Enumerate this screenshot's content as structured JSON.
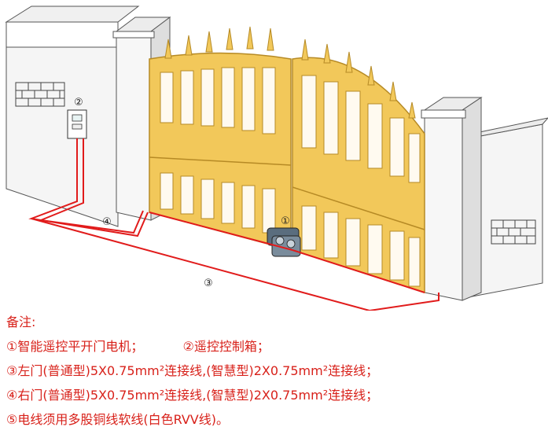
{
  "callouts": {
    "motor": "①",
    "control_box": "②",
    "cable_main": "③",
    "cable_short": "④"
  },
  "notes": {
    "heading": "备注:",
    "item1": "①智能遥控平开门电机；",
    "item2": "②遥控控制箱；",
    "item3": "③左门(普通型)5X0.75mm²连接线,(智慧型)2X0.75mm²连接线；",
    "item4": "④右门(普通型)5X0.75mm²连接线,(智慧型)2X0.75mm²连接线；",
    "item5": "⑤电线须用多股铜线软线(白色RVV线)。"
  },
  "colors": {
    "gate": "#f2c85a",
    "gate_frame": "#e0b247",
    "wire": "#e11b1b",
    "note_text": "#d8211a",
    "wall": "#f4f4f4",
    "wall_outline": "#555555"
  }
}
